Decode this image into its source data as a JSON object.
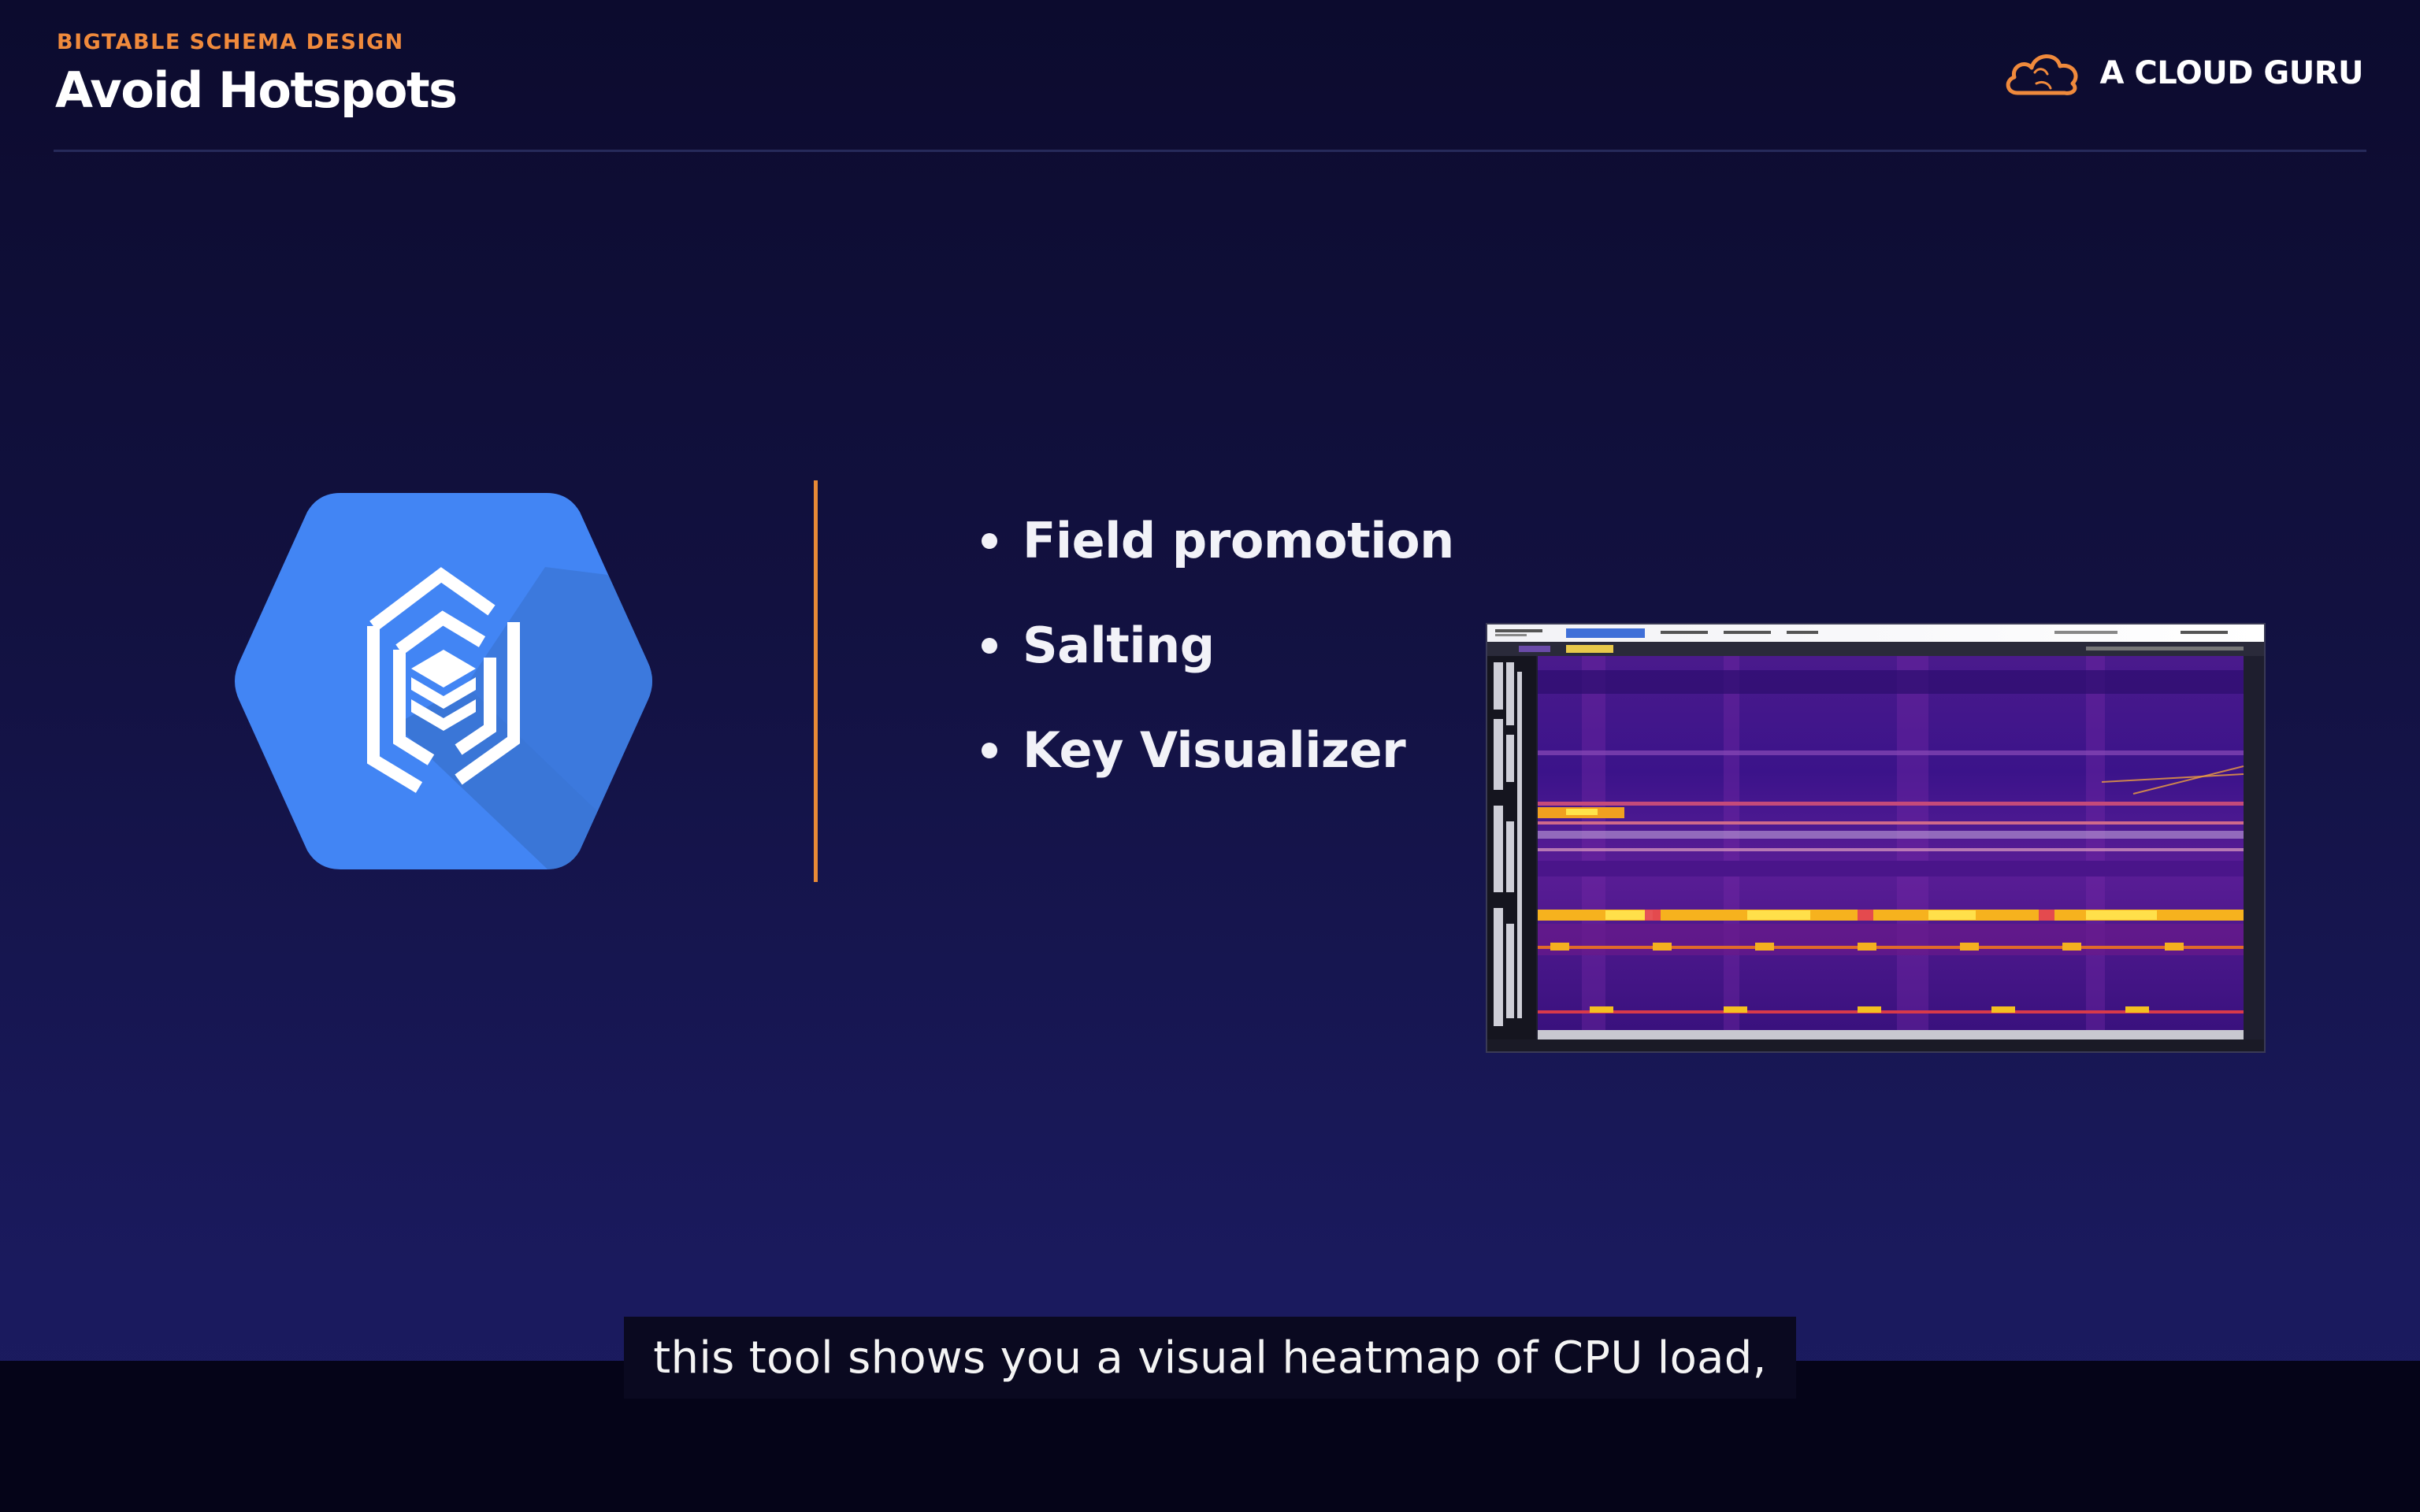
{
  "header": {
    "eyebrow": "BIGTABLE SCHEMA DESIGN",
    "title": "Avoid Hotspots"
  },
  "brand": {
    "name": "A CLOUD GURU",
    "icon": "cloud-logo-icon"
  },
  "logo": {
    "icon": "bigtable-hexagon-icon",
    "color": "#4285f4"
  },
  "bullets": [
    "Field promotion",
    "Salting",
    "Key Visualizer"
  ],
  "screenshot": {
    "icon": "key-visualizer-heatmap-screenshot"
  },
  "caption": {
    "text": "this tool shows you a visual heatmap of CPU load,"
  },
  "colors": {
    "accent": "#f08a3c",
    "divider": "#e88a36",
    "background": "#121140"
  }
}
